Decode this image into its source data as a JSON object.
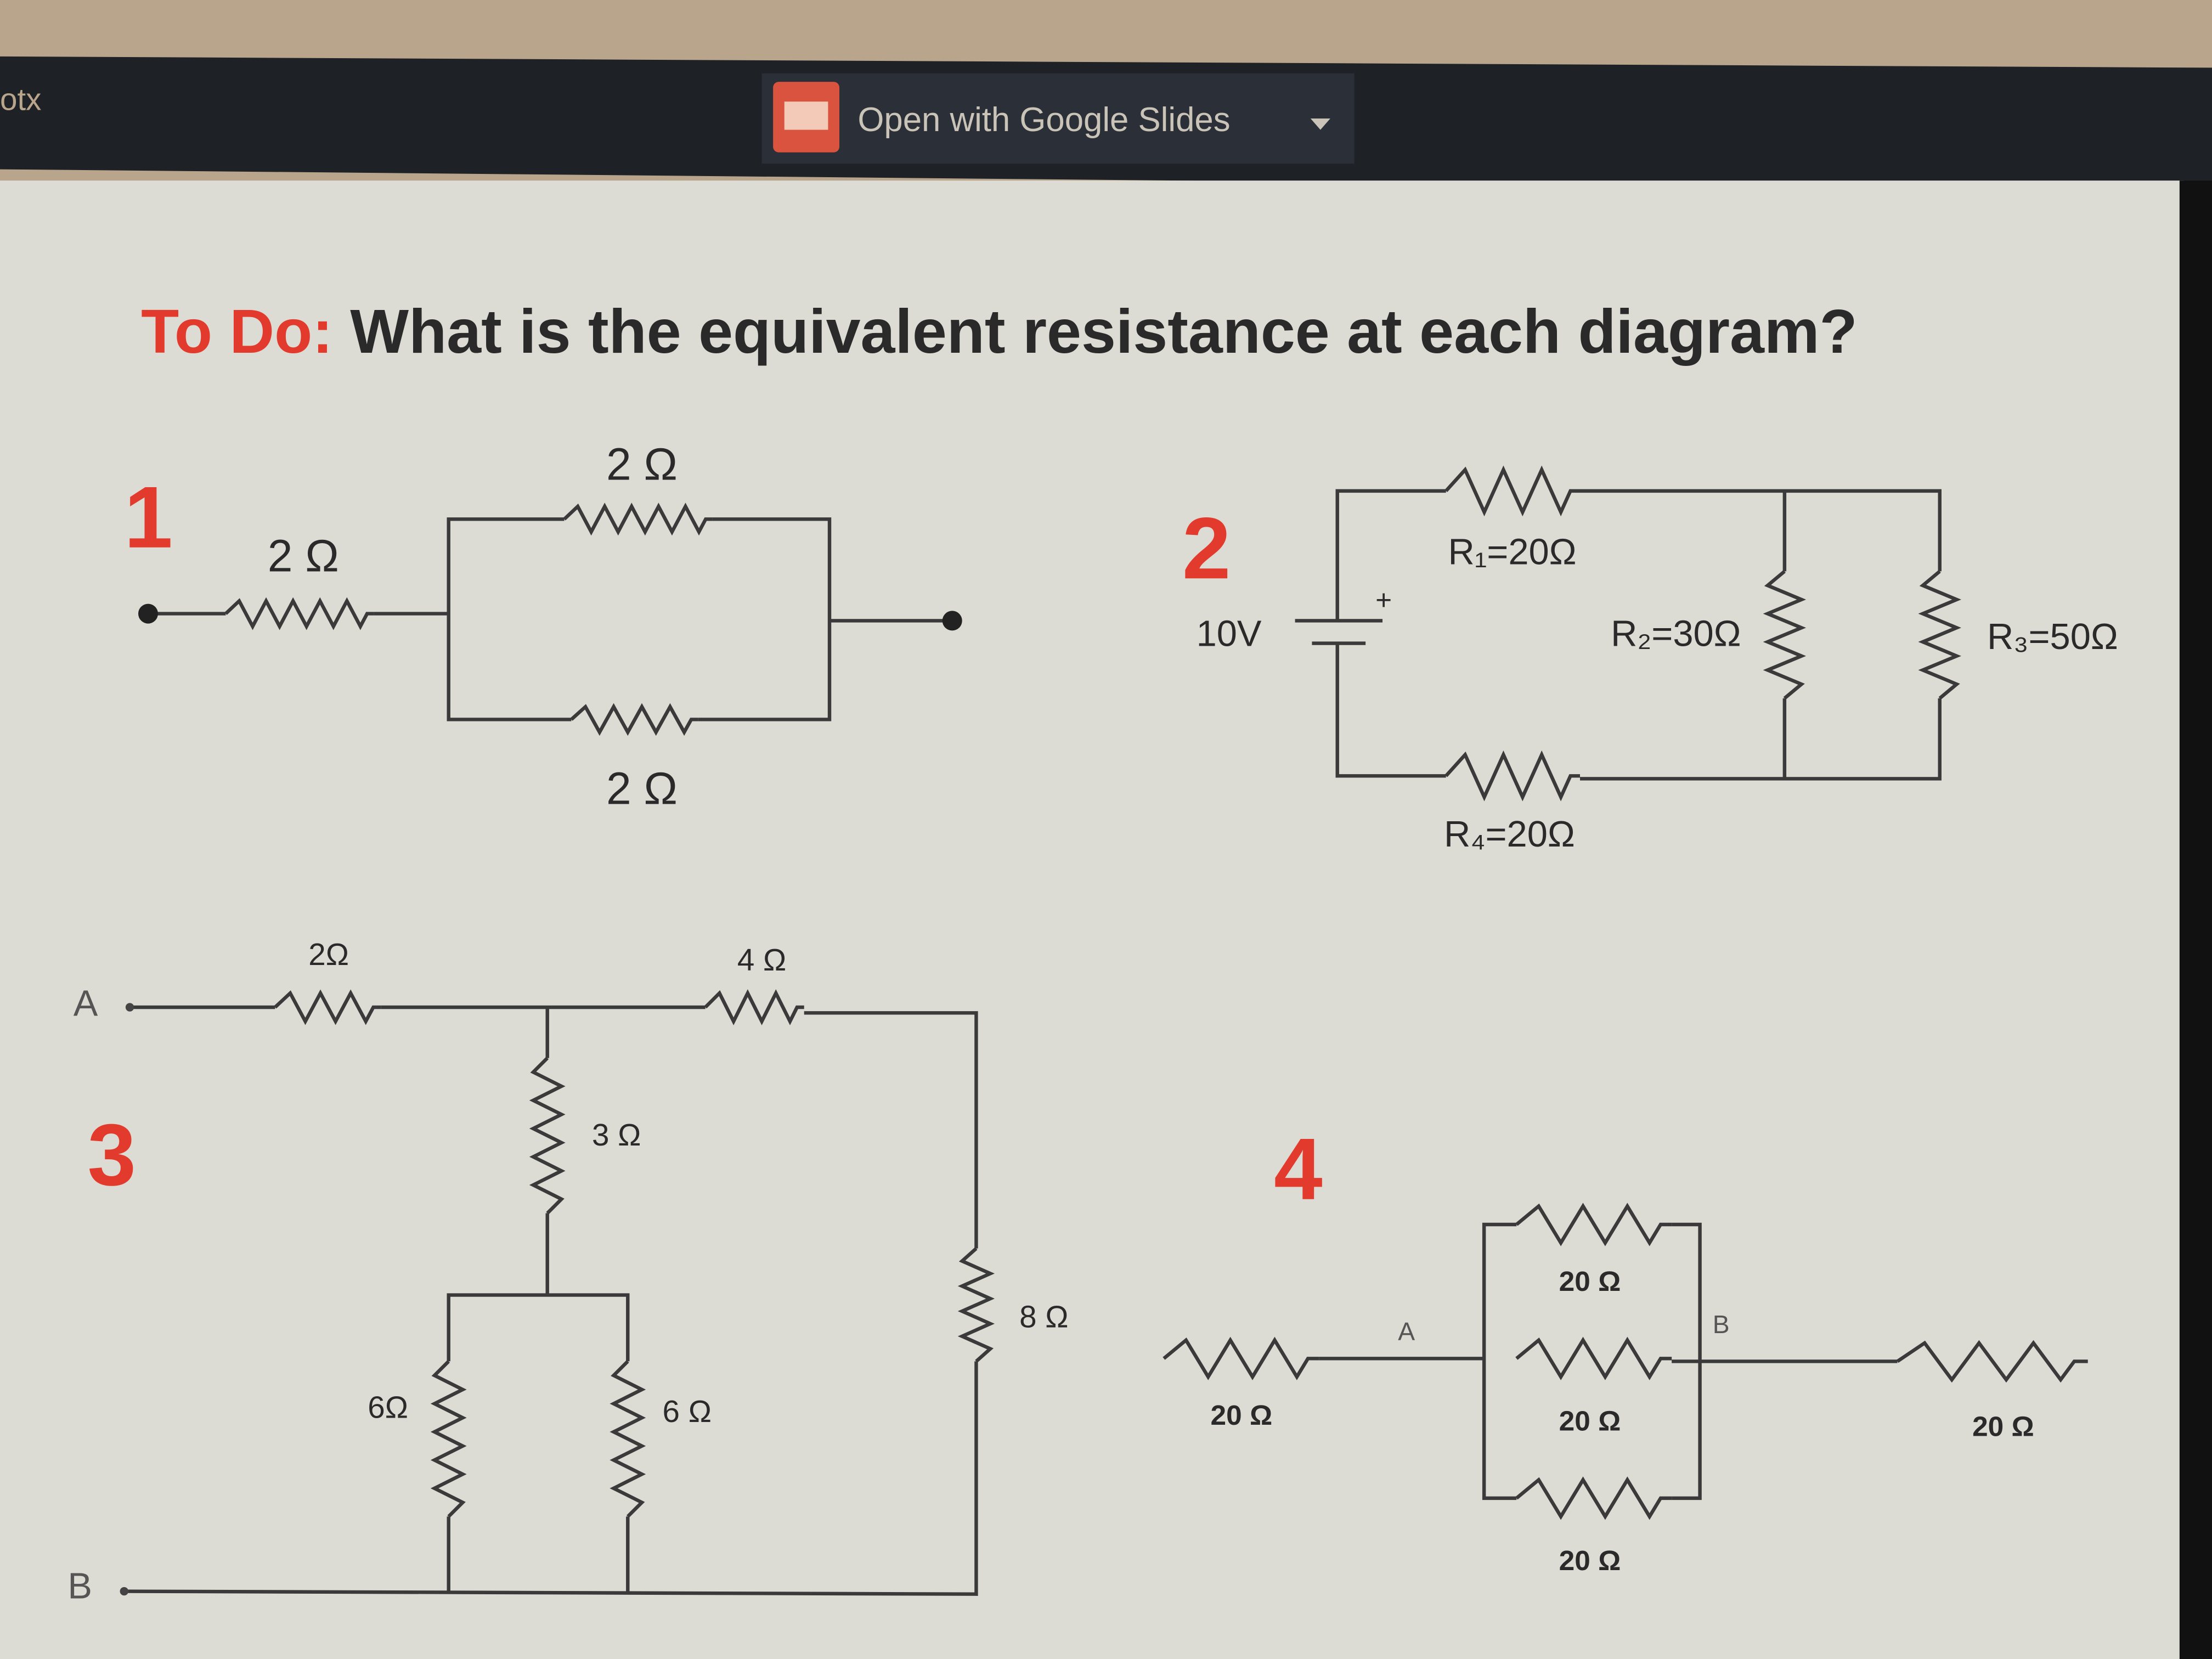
{
  "top_bar": {
    "file_ext": "otx",
    "open_with_label": "Open with Google Slides",
    "open_with_icon": "google-slides-icon",
    "dropdown_icon": "caret-down-icon"
  },
  "slide": {
    "title_prefix": "To Do:",
    "title_text": "What is the equivalent resistance at each diagram?",
    "accent_color": "#e23a2c",
    "diagram1": {
      "number": "1",
      "r_series": "2 Ω",
      "r_top": "2 Ω",
      "r_bottom": "2 Ω"
    },
    "diagram2": {
      "number": "2",
      "source": "10V",
      "plus": "+",
      "r1": "R₁=20Ω",
      "r2": "R₂=30Ω",
      "r3": "R₃=50Ω",
      "r4": "R₄=20Ω"
    },
    "diagram3": {
      "number": "3",
      "node_a": "A",
      "node_b": "B",
      "r_a": "2Ω",
      "r_b": "4 Ω",
      "r_c": "3 Ω",
      "r_d": "6Ω",
      "r_e": "6 Ω",
      "r_f": "8 Ω"
    },
    "diagram4": {
      "number": "4",
      "node_a": "A",
      "node_b": "B",
      "r_left": "20 Ω",
      "r_top": "20 Ω",
      "r_mid": "20 Ω",
      "r_bot": "20 Ω",
      "r_right": "20 Ω"
    }
  }
}
